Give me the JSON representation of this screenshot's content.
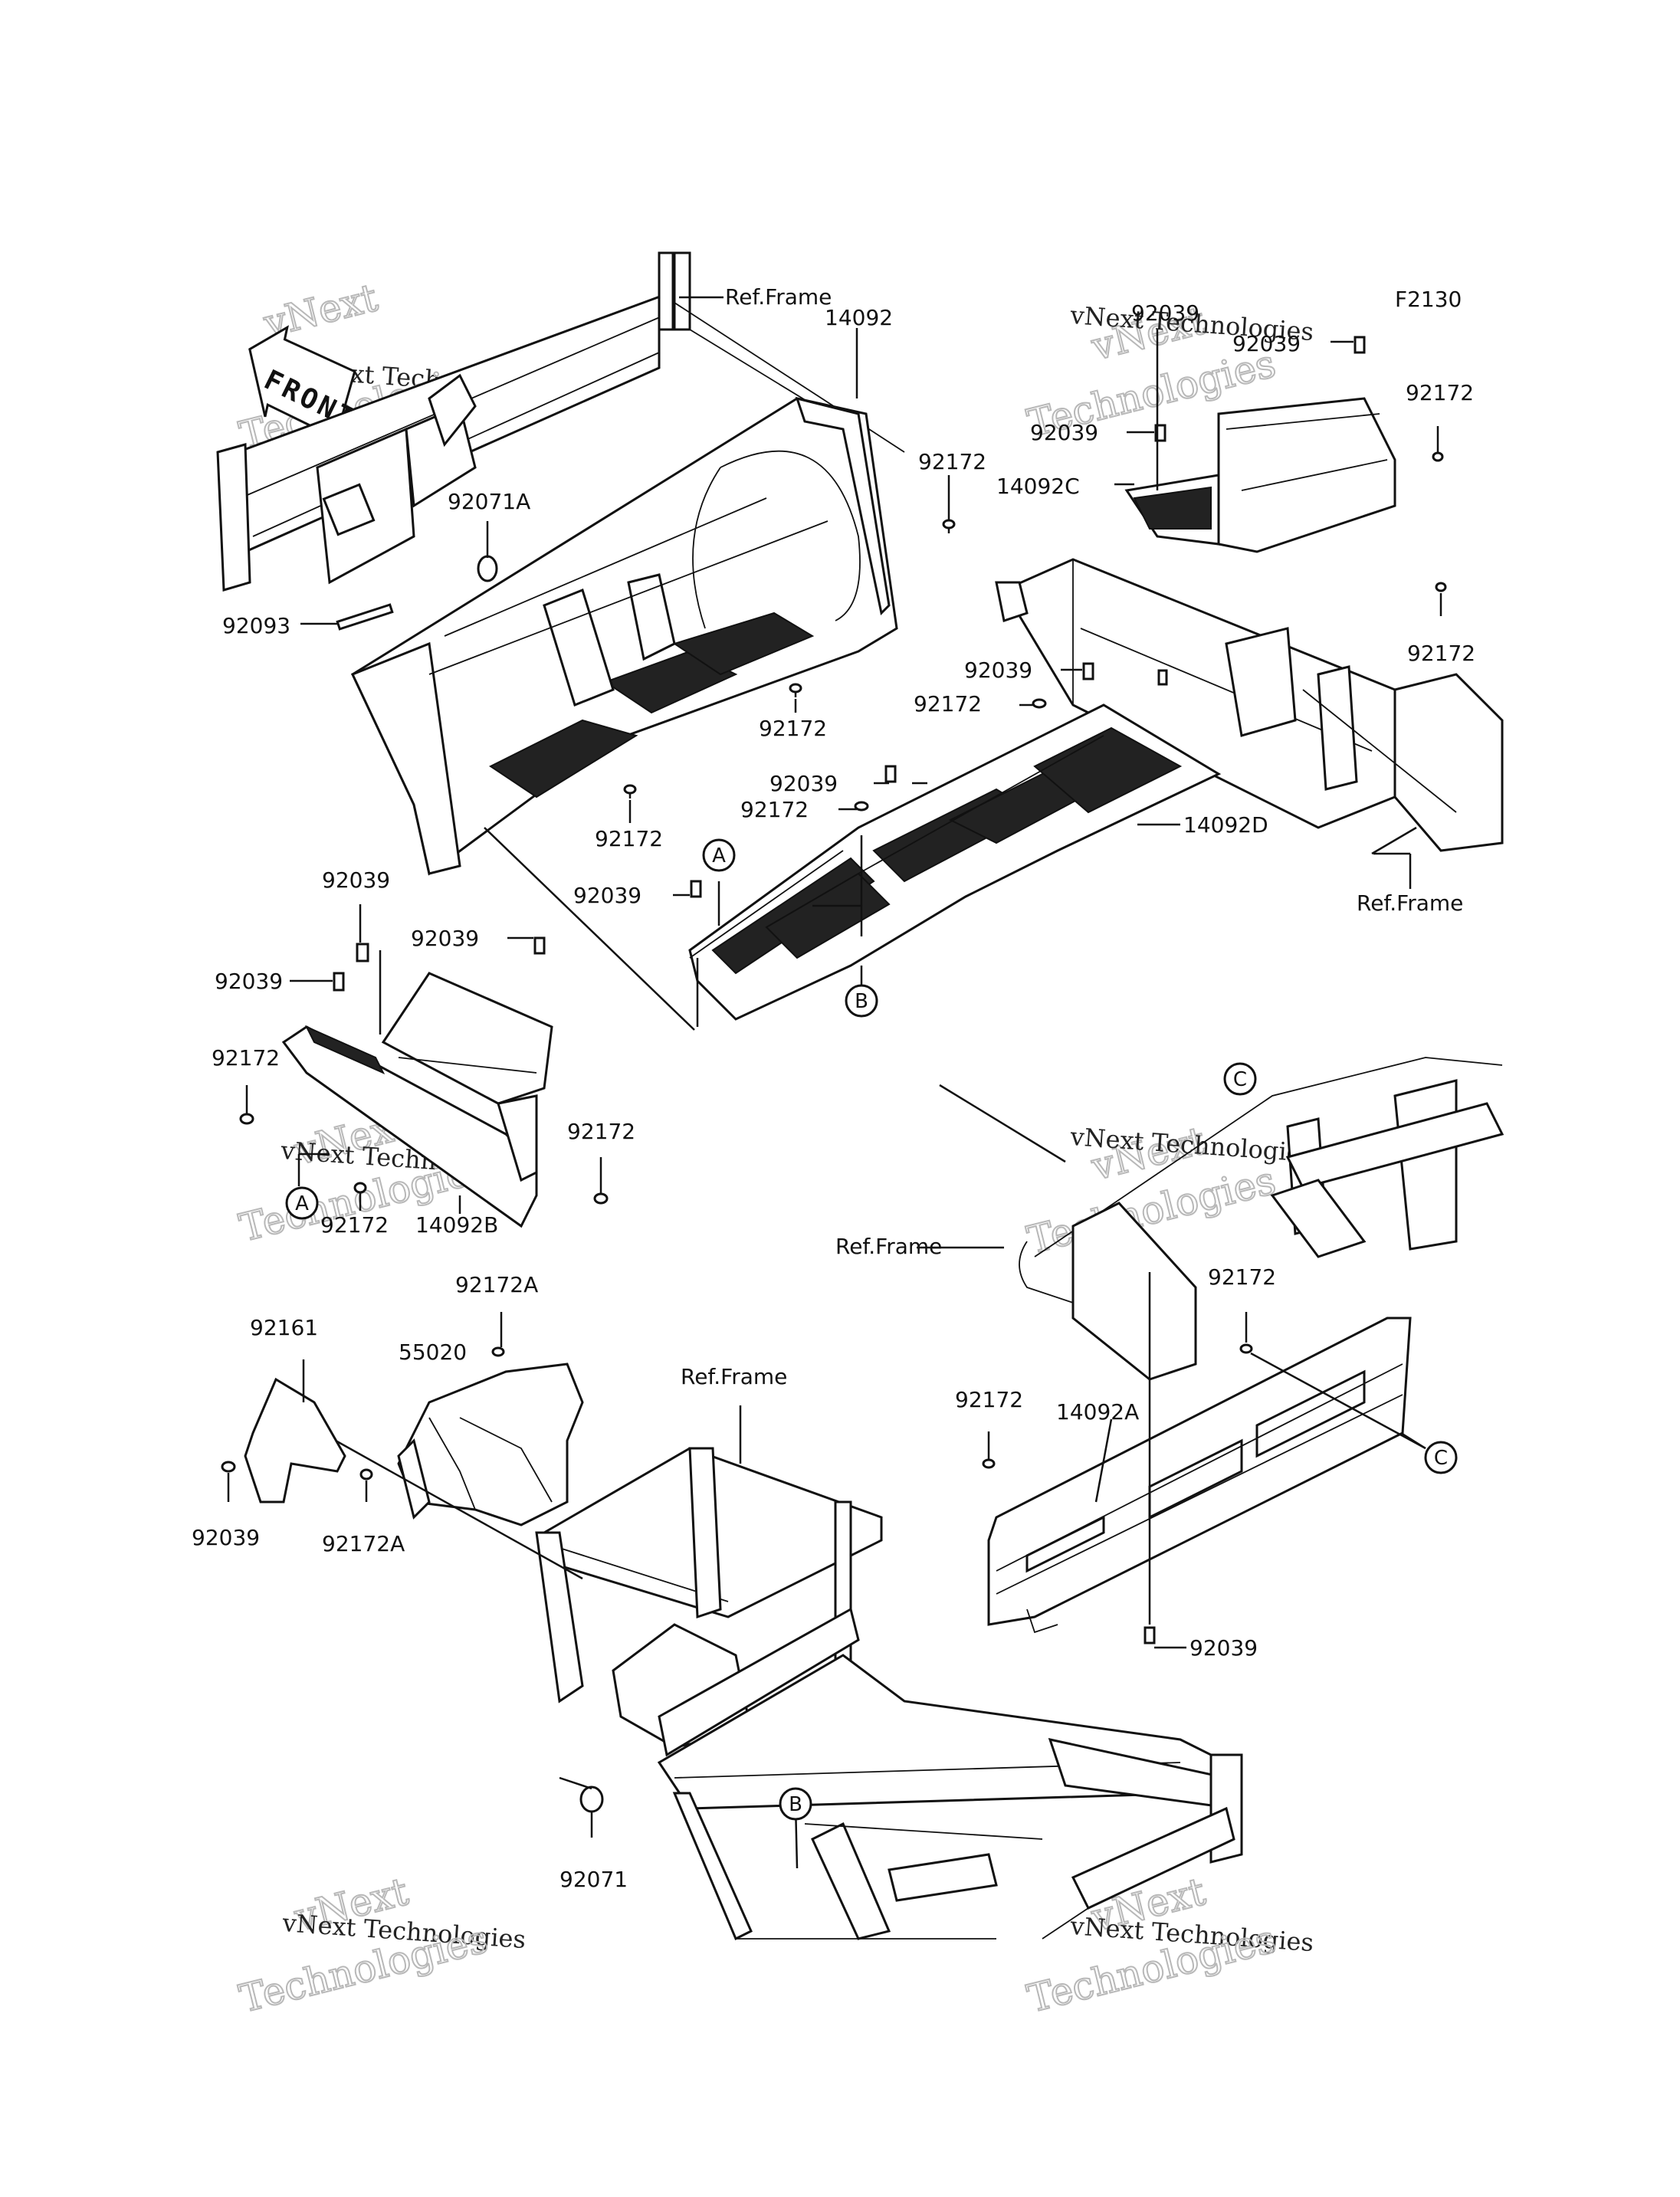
{
  "diagram": {
    "code": "F2130",
    "front_mark": "FRONT",
    "watermark": {
      "line1": "vNext Technologies",
      "line2": "Technologies"
    },
    "labels": {
      "ref_frame_1": "Ref.Frame",
      "ref_frame_2": "Ref.Frame",
      "ref_frame_3": "Ref.Frame",
      "ref_frame_4": "Ref.Frame",
      "p14092": "14092",
      "p14092A": "14092A",
      "p14092B": "14092B",
      "p14092C": "14092C",
      "p14092D": "14092D",
      "p55020": "55020",
      "p92071": "92071",
      "p92071A": "92071A",
      "p92093": "92093",
      "p92161": "92161",
      "p92172A_1": "92172A",
      "p92172A_2": "92172A",
      "p92039": "92039",
      "p92172": "92172"
    },
    "markers": {
      "A": "A",
      "B": "B",
      "C": "C"
    }
  }
}
